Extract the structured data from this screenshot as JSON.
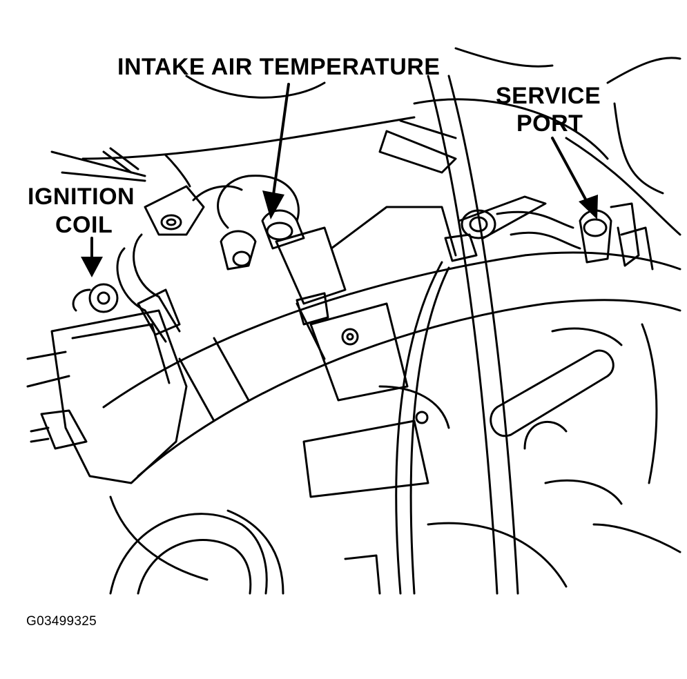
{
  "labels": {
    "intake_air_temperature": "INTAKE AIR TEMPERATURE",
    "service_port_line1": "SERVICE",
    "service_port_line2": "PORT",
    "ignition_coil_line1": "IGNITION",
    "ignition_coil_line2": "COIL"
  },
  "figure_id": "G03499325",
  "colors": {
    "ink": "#000000",
    "paper": "#ffffff"
  }
}
